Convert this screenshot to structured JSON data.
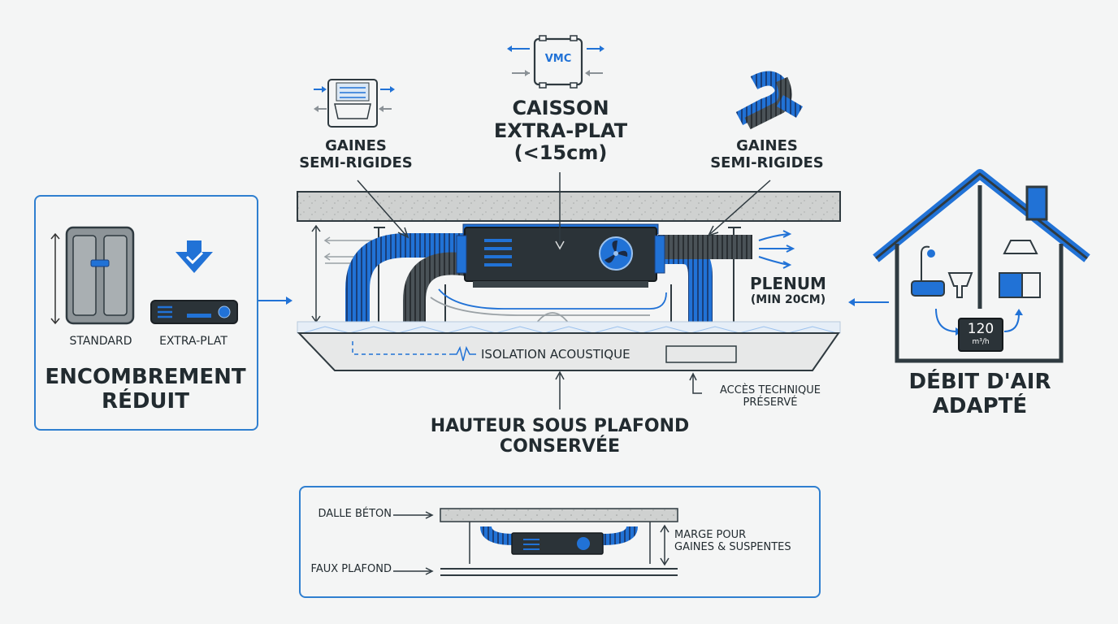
{
  "left_panel": {
    "standard_label": "STANDARD",
    "extraplat_label": "EXTRA-PLAT",
    "title_line1": "ENCOMBREMENT",
    "title_line2": "RÉDUIT"
  },
  "top": {
    "vmc_label": "VMC",
    "caisson_line1": "CAISSON",
    "caisson_line2": "EXTRA-PLAT",
    "caisson_line3": "(<15cm)",
    "gaines_left_line1": "GAINES",
    "gaines_left_line2": "SEMI-RIGIDES",
    "gaines_right_line1": "GAINES",
    "gaines_right_line2": "SEMI-RIGIDES"
  },
  "plenum": {
    "title": "PLENUM",
    "subtitle": "(MIN 20CM)"
  },
  "ceiling": {
    "isolation_label": "ISOLATION ACOUSTIQUE",
    "acces_line1": "ACCÈS TECHNIQUE",
    "acces_line2": "PRÉSERVÉ",
    "hauteur_line1": "HAUTEUR SOUS PLAFOND",
    "hauteur_line2": "CONSERVÉE"
  },
  "right_panel": {
    "flow_value": "120",
    "flow_unit": "m³/h",
    "title_line1": "DÉBIT D'AIR",
    "title_line2": "ADAPTÉ"
  },
  "bottom_panel": {
    "dalle_label": "DALLE BÉTON",
    "faux_label": "FAUX PLAFOND",
    "marge_line1": "MARGE POUR",
    "marge_line2": "GAINES & SUSPENTES"
  },
  "colors": {
    "accent_blue": "#1f6fd1",
    "dark_unit": "#2b3338",
    "concrete": "#c9cccc",
    "outline": "#2f3a40"
  }
}
